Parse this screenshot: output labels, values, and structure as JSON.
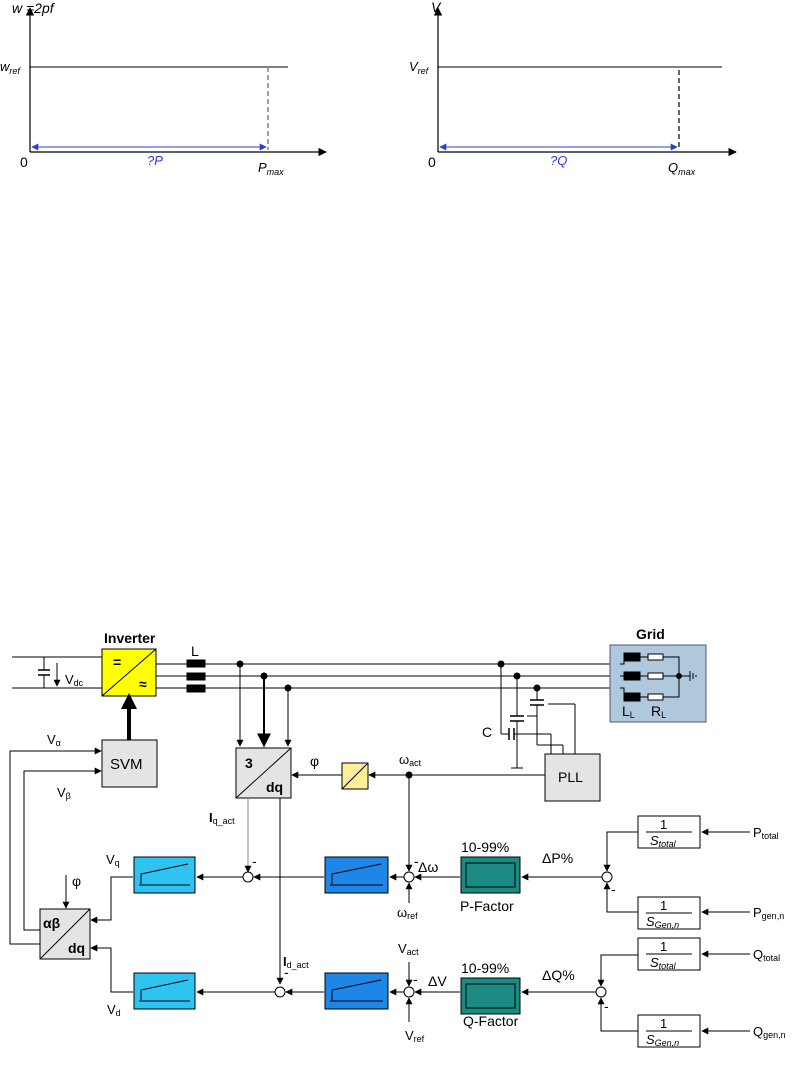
{
  "droop_p": {
    "y_axis": "w =2pf",
    "ref": "w",
    "ref_sub": "ref",
    "origin": "0",
    "range": "?P",
    "max": "P",
    "max_sub": "max"
  },
  "droop_q": {
    "y_axis": "V",
    "ref": "V",
    "ref_sub": "ref",
    "origin": "0",
    "range": "?Q",
    "max": "Q",
    "max_sub": "max"
  },
  "blocks": {
    "inverter_title": "Inverter",
    "inverter_dc": "=",
    "inverter_ac": "≈",
    "filter_l": "L",
    "grid_title": "Grid",
    "grid_ll": "L",
    "grid_ll_sub": "L",
    "grid_rl": "R",
    "grid_rl_sub": "L",
    "cap_c": "C",
    "pll": "PLL",
    "svm": "SVM",
    "abc_dq_top": "3",
    "abc_dq_bottom": "dq",
    "ab_dq_top": "αβ",
    "ab_dq_bottom": "dq",
    "p_factor": "P-Factor",
    "p_factor_range": "10-99%",
    "q_factor": "Q-Factor",
    "q_factor_range": "10-99%",
    "frac_one": "1",
    "frac_total": "S",
    "frac_total_sub": "total",
    "frac_gen": "S",
    "frac_gen_sub": "Gen,n"
  },
  "signals": {
    "vdc": "V",
    "vdc_sub": "dc",
    "v_alpha": "V",
    "v_alpha_sub": "α",
    "v_beta": "V",
    "v_beta_sub": "β",
    "phi": "φ",
    "phi2": "φ",
    "omega_act": "ω",
    "omega_act_sub": "act",
    "omega_ref": "ω",
    "omega_ref_sub": "ref",
    "iq_act": "I",
    "iq_act_sub": "q_act",
    "id_act": "I",
    "id_act_sub": "d_act",
    "vq": "V",
    "vq_sub": "q",
    "vd": "V",
    "vd_sub": "d",
    "d_omega": "Δω",
    "dv": "ΔV",
    "dp": "ΔP%",
    "dq": "ΔQ%",
    "v_act": "V",
    "v_act_sub": "act",
    "v_ref": "V",
    "v_ref_sub": "ref",
    "p_total": "P",
    "p_total_sub": "total",
    "p_gen": "P",
    "p_gen_sub": "gen,n",
    "q_total": "Q",
    "q_total_sub": "total",
    "q_gen": "Q",
    "q_gen_sub": "gen,n",
    "minus": "-"
  },
  "colors": {
    "inverter": "#ffff00",
    "grid": "#b0c8dc",
    "gray_block": "#e4e4e4",
    "pi_dark": "#1e86e6",
    "pi_light": "#2ec4f2",
    "factor": "#1a8a82",
    "phase_block": "#ffef9a",
    "arrow_blue": "#2a3bd6"
  }
}
